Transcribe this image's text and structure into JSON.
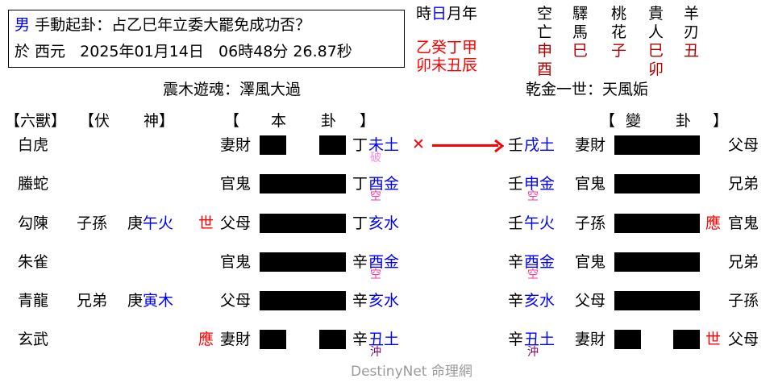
{
  "header": {
    "gender": "男",
    "question": "手動起卦：占乙巳年立委大罷免成功否？",
    "date_prefix": "於 西元",
    "date": "2025年01月14日",
    "time": "06時48分 26.87秒"
  },
  "pillars": {
    "labels_pre": "時",
    "labels_day": "日",
    "labels_post": "月年",
    "stems": "乙癸丁甲",
    "branches": "卯未丑辰"
  },
  "shensha": [
    {
      "top": "空",
      "bottom": "亡",
      "values": [
        "申",
        "酉"
      ]
    },
    {
      "top": "驛",
      "bottom": "馬",
      "values": [
        "巳"
      ]
    },
    {
      "top": "桃",
      "bottom": "花",
      "values": [
        "子"
      ]
    },
    {
      "top": "貴",
      "bottom": "人",
      "values": [
        "巳",
        "卯"
      ]
    },
    {
      "top": "羊",
      "bottom": "刃",
      "values": [
        "丑"
      ]
    }
  ],
  "main_hexagram_name": "震木遊魂：澤風大過",
  "changed_hexagram_name": "乾金一世：天風姤",
  "column_headers": {
    "six_beasts": "【六獸】",
    "hidden_spirit_open": "【伏",
    "hidden_spirit_close": "神】",
    "main_open": "【",
    "main_1": "本",
    "main_2": "卦",
    "main_close": "】",
    "changed_open": "【",
    "changed_1": "變",
    "changed_2": "卦",
    "changed_close": "】"
  },
  "lines": [
    {
      "beast": "白虎",
      "hidden_rel": "",
      "hidden_stem": "",
      "hidden_branch": "",
      "marker": "",
      "relation": "妻財",
      "type": "yin",
      "stem": "丁",
      "branch": "未土",
      "note": "破",
      "note_color": "lpink",
      "moving": true,
      "c_stem": "壬",
      "c_branch": "戌土",
      "c_note": "",
      "c_relation": "妻財",
      "c_type": "yang",
      "c_marker": "",
      "c_right": "父母"
    },
    {
      "beast": "螣蛇",
      "hidden_rel": "",
      "hidden_stem": "",
      "hidden_branch": "",
      "marker": "",
      "relation": "官鬼",
      "type": "yang",
      "stem": "丁",
      "branch": "酉金",
      "note": "空",
      "note_color": "pink",
      "moving": false,
      "c_stem": "壬",
      "c_branch": "申金",
      "c_note": "空",
      "c_relation": "官鬼",
      "c_type": "yang",
      "c_marker": "",
      "c_right": "兄弟"
    },
    {
      "beast": "勾陳",
      "hidden_rel": "子孫",
      "hidden_stem": "庚",
      "hidden_branch": "午火",
      "marker": "世",
      "relation": "父母",
      "type": "yang",
      "stem": "丁",
      "branch": "亥水",
      "note": "",
      "note_color": "",
      "moving": false,
      "c_stem": "壬",
      "c_branch": "午火",
      "c_note": "",
      "c_relation": "子孫",
      "c_type": "yang",
      "c_marker": "應",
      "c_right": "官鬼"
    },
    {
      "beast": "朱雀",
      "hidden_rel": "",
      "hidden_stem": "",
      "hidden_branch": "",
      "marker": "",
      "relation": "官鬼",
      "type": "yang",
      "stem": "辛",
      "branch": "酉金",
      "note": "空",
      "note_color": "pink",
      "moving": false,
      "c_stem": "辛",
      "c_branch": "酉金",
      "c_note": "空",
      "c_relation": "官鬼",
      "c_type": "yang",
      "c_marker": "",
      "c_right": "兄弟"
    },
    {
      "beast": "青龍",
      "hidden_rel": "兄弟",
      "hidden_stem": "庚",
      "hidden_branch": "寅木",
      "marker": "",
      "relation": "父母",
      "type": "yang",
      "stem": "辛",
      "branch": "亥水",
      "note": "",
      "note_color": "",
      "moving": false,
      "c_stem": "辛",
      "c_branch": "亥水",
      "c_note": "",
      "c_relation": "父母",
      "c_type": "yang",
      "c_marker": "",
      "c_right": "子孫"
    },
    {
      "beast": "玄武",
      "hidden_rel": "",
      "hidden_stem": "",
      "hidden_branch": "",
      "marker": "應",
      "relation": "妻財",
      "type": "yin",
      "stem": "辛",
      "branch": "丑土",
      "note": "沖",
      "note_color": "purple",
      "moving": false,
      "c_stem": "辛",
      "c_branch": "丑土",
      "c_note": "沖",
      "c_relation": "妻財",
      "c_type": "yin",
      "c_marker": "世",
      "c_right": "父母"
    }
  ],
  "moving_mark": "✕",
  "watermark": "DestinyNet 命理網",
  "colors": {
    "element": "#0000ff",
    "marker": "#ff0000",
    "pillars": "#ff0000",
    "shensha": "#b00000",
    "empty_note": "#ff3399",
    "break_note": "#ff88dd",
    "clash_note": "#880066",
    "watermark": "#9a9a9a"
  }
}
